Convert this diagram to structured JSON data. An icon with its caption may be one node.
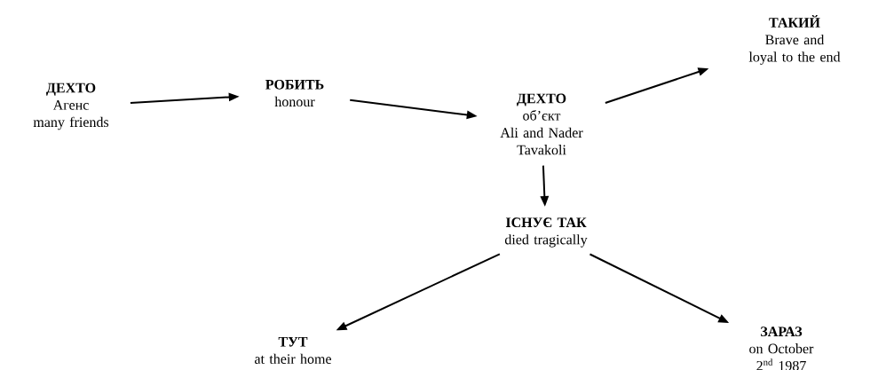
{
  "diagram": {
    "nodes": [
      {
        "text": [
          "ДЕХТО",
          "Агенс",
          "many friends"
        ]
      },
      {
        "text": [
          "РОБИТЬ",
          "honour"
        ]
      },
      {
        "text": [
          "ДЕХТО",
          "об’єкт",
          "Ali and Nader Tavakoli"
        ]
      },
      {
        "text": [
          "ТАКИЙ",
          "Brave and loyal to the end"
        ]
      },
      {
        "text": [
          "ІСНУЄ ТАК",
          "died tragically"
        ]
      },
      {
        "text": [
          "ТУТ",
          "at their home"
        ]
      },
      {
        "text": [
          "ЗАРАЗ",
          "on October 2$^{nd}$ 1987"
        ]
      }
    ],
    "edges": [
      {
        "from": 0,
        "to": 1,
        "arrow": "to"
      },
      {
        "from": 1,
        "to": 2,
        "arrow": "to"
      },
      {
        "from": 2,
        "to": 3,
        "arrow": "to"
      },
      {
        "from": 2,
        "to": 4,
        "arrow": "to"
      },
      {
        "from": 4,
        "to": 5,
        "arrow": "to"
      },
      {
        "from": 4,
        "to": 6,
        "arrow": "to"
      }
    ]
  }
}
